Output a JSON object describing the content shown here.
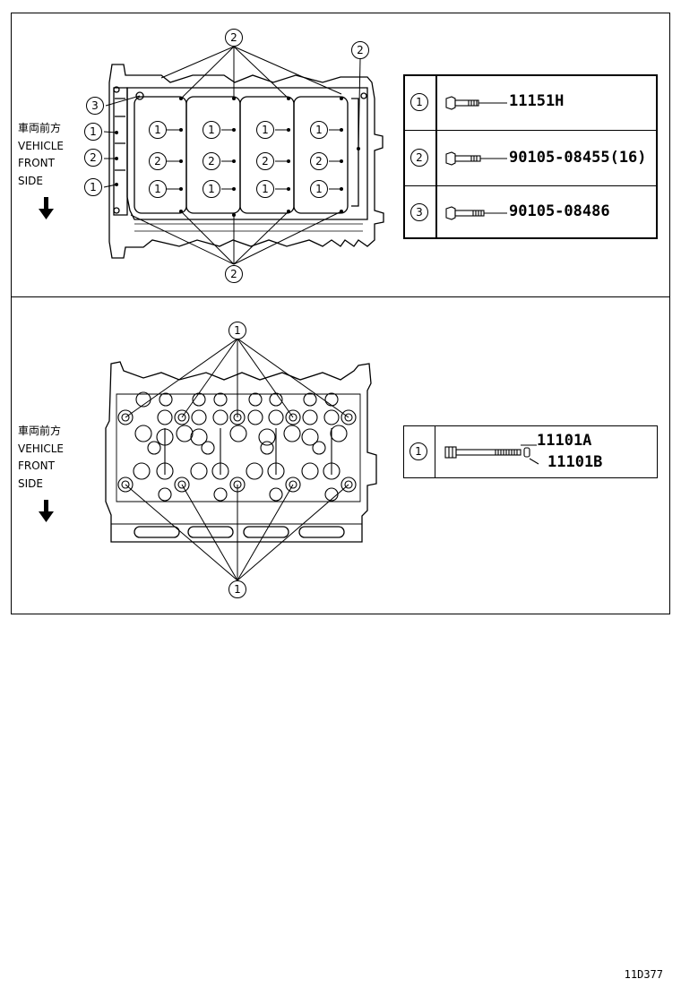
{
  "top_panel": {
    "side_label": [
      "車両前方",
      "VEHICLE",
      "FRONT",
      "SIDE"
    ],
    "callouts": {
      "top": "2",
      "top_right": "2",
      "bottom": "2",
      "left_3": "3",
      "left_1a": "1",
      "left_2": "2",
      "left_1b": "1"
    },
    "bolt_numbers": {
      "row1": "1",
      "row2": "2",
      "row3": "1"
    },
    "parts": [
      {
        "ref": "1",
        "code": "11151H"
      },
      {
        "ref": "2",
        "code": "90105-08455(16)"
      },
      {
        "ref": "3",
        "code": "90105-08486"
      }
    ]
  },
  "bottom_panel": {
    "side_label": [
      "車両前方",
      "VEHICLE",
      "FRONT",
      "SIDE"
    ],
    "callouts": {
      "top": "1",
      "bottom": "1"
    },
    "parts": [
      {
        "ref": "1",
        "code_a": "11101A",
        "code_b": "11101B"
      }
    ]
  },
  "diagram_code": "11D377"
}
